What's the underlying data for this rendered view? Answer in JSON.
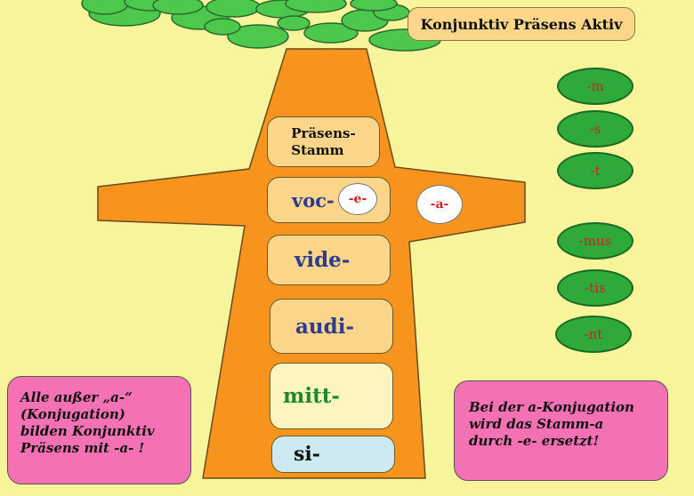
{
  "title": "Konjunktiv Präsens Aktiv",
  "stem_header": {
    "line1": "Präsens-",
    "line2": "Stamm"
  },
  "stems": {
    "voc": "voc-",
    "voc_insert": "-e-",
    "vide": "vide-",
    "audi": "audi-",
    "mitt": "mitt-",
    "si": "si-"
  },
  "replaced_vowel": "-a-",
  "endings": [
    "-m",
    "-s",
    "-t",
    "-mus",
    "-tis",
    "-nt"
  ],
  "notes": {
    "left": [
      "Alle außer „a-“",
      "(Konjugation)",
      "bilden Konjunktiv",
      "Präsens mit -a- !"
    ],
    "right": [
      "Bei der a-Konjugation",
      "wird das Stamm-a",
      "durch -e- ersetzt!"
    ]
  },
  "colors": {
    "background": "#f8f49c",
    "trunk": "#f7941d",
    "leaves": "#4cc94c",
    "ending_oval": "#2faa3a",
    "note": "#f472b4",
    "stem_blue": "#2f3c8c",
    "stem_green": "#1f8a2a",
    "accent_red": "#d42020"
  }
}
